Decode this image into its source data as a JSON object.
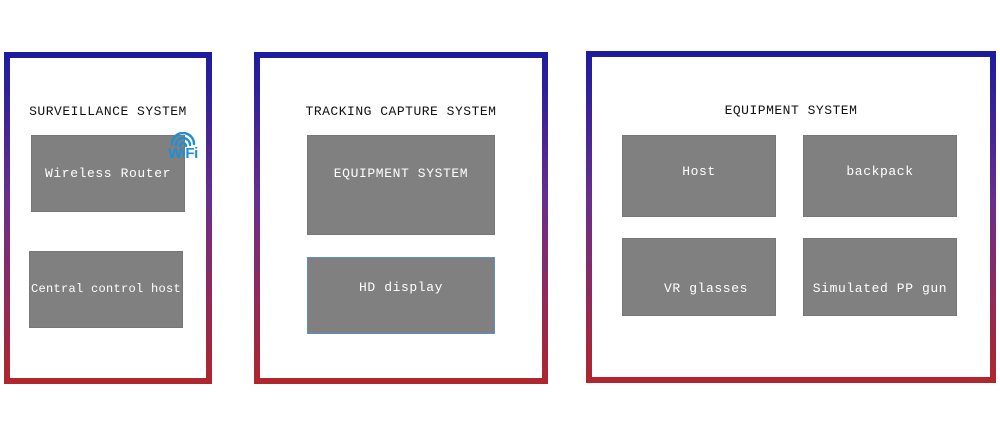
{
  "panels": {
    "surveillance": {
      "title": "SURVEILLANCE SYSTEM",
      "router": "Wireless Router",
      "wifi_badge": "WiFi",
      "central": "Central control host"
    },
    "tracking": {
      "title": "TRACKING CAPTURE SYSTEM",
      "equipment": "EQUIPMENT SYSTEM",
      "display": "HD display"
    },
    "equipment": {
      "title": "EQUIPMENT SYSTEM",
      "host": "Host",
      "backpack": "backpack",
      "vr": "VR glasses",
      "gun": "Simulated PP gun"
    }
  },
  "colors": {
    "frame_top": "#1c1c9e",
    "frame_bottom": "#b0262c",
    "box_fill": "#808080",
    "wifi": "#1e8fd6"
  }
}
